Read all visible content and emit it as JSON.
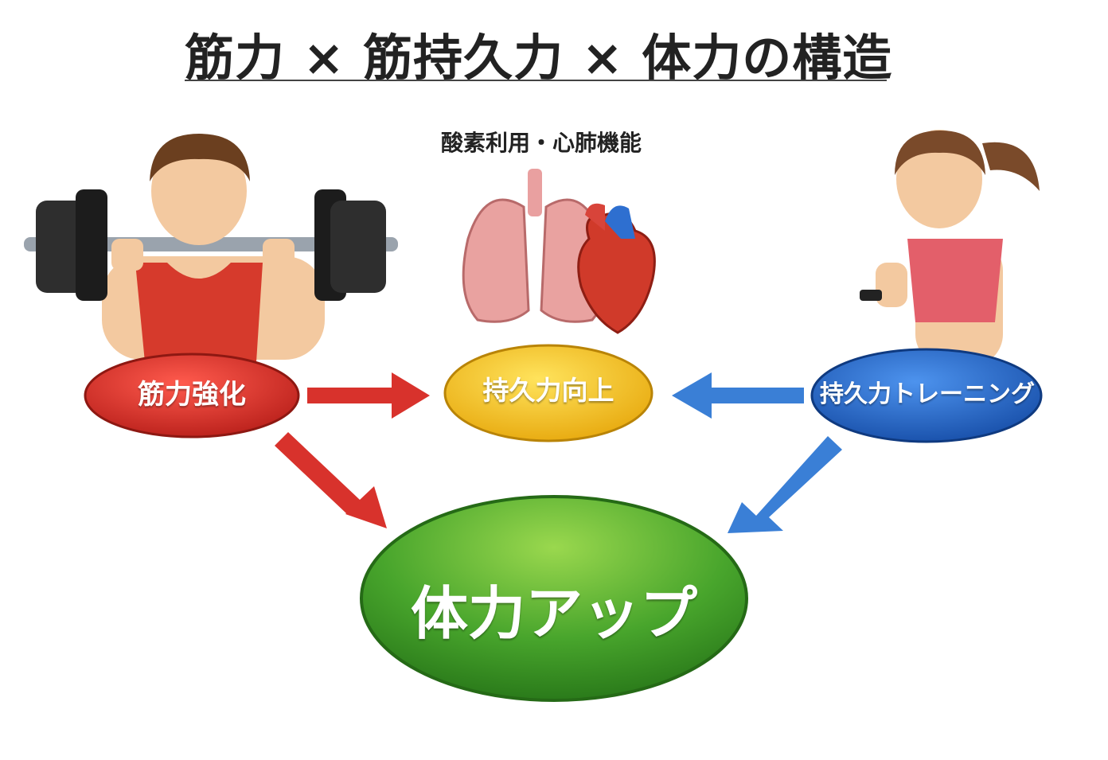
{
  "title": "筋力 × 筋持久力 × 体力の構造",
  "organ_caption": "酸素利用・心肺機能",
  "nodes": {
    "strength": "筋力強化",
    "endurance": "持久力向上",
    "training": "持久力トレーニング",
    "result": "体力アップ"
  },
  "colors": {
    "red": "#d8322c",
    "yellow": "#f2c21e",
    "blue": "#1f62c6",
    "green": "#3f9c26",
    "arrow_red": "#d8322c",
    "arrow_blue": "#3a7fd6"
  },
  "illustrations": [
    "weightlifter-man",
    "lungs-and-heart",
    "fitness-woman"
  ]
}
